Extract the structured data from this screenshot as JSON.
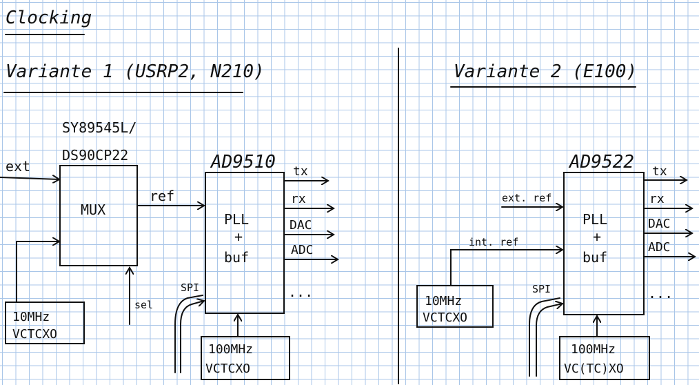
{
  "title": "Clocking",
  "variant1": {
    "heading": "Variante 1 (USRP2, N210)",
    "mux_chip_line1": "SY89545L/",
    "mux_chip_line2": "DS90CP22",
    "ext_label": "ext",
    "mux_label": "MUX",
    "ref_label": "ref",
    "sel_label": "sel",
    "osc10_line1": "10MHz",
    "osc10_line2": "VCTCXO",
    "pll_chip": "AD9510",
    "pll_line1": "PLL",
    "pll_line2": "+",
    "pll_line3": "buf",
    "outputs": [
      "tx",
      "rx",
      "DAC",
      "ADC",
      "..."
    ],
    "spi_label": "SPI",
    "osc100_line1": "100MHz",
    "osc100_line2": "VCTCXO"
  },
  "variant2": {
    "heading": "Variante 2 (E100)",
    "ext_ref_label": "ext. ref",
    "int_ref_label": "int. ref",
    "pll_chip": "AD9522",
    "pll_line1": "PLL",
    "pll_line2": "+",
    "pll_line3": "buf",
    "outputs": [
      "tx",
      "rx",
      "DAC",
      "ADC",
      "..."
    ],
    "spi_label": "SPI",
    "osc10_line1": "10MHz",
    "osc10_line2": "VCTCXO",
    "osc100_line1": "100MHz",
    "osc100_line2": "VC(TC)XO"
  }
}
